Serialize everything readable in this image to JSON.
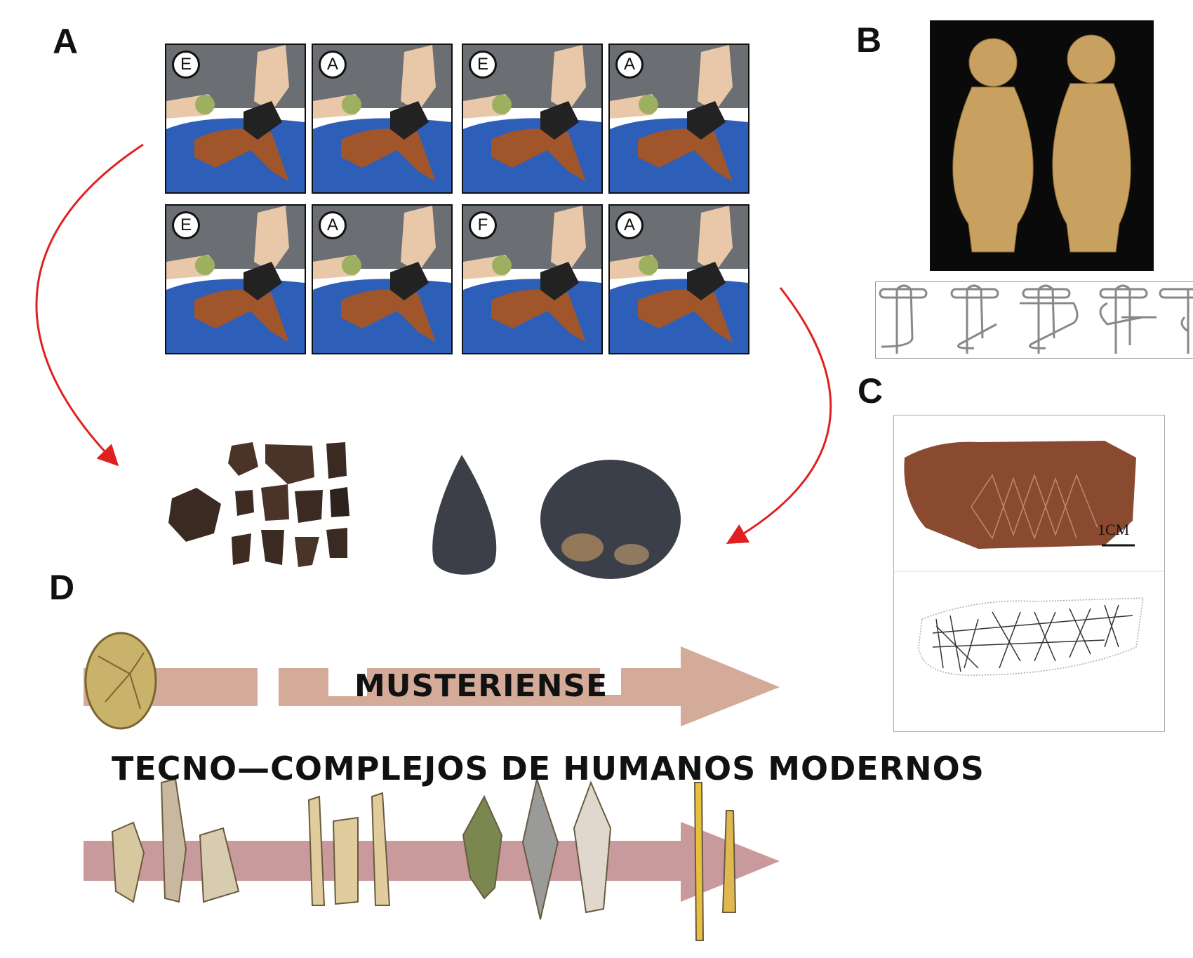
{
  "panels": {
    "a": {
      "label": "A",
      "steps_row1": [
        "E",
        "A",
        "E",
        "A"
      ],
      "steps_row2": [
        "E",
        "A",
        "F",
        "A"
      ]
    },
    "b": {
      "label": "B"
    },
    "c": {
      "label": "C",
      "scale_text": "1CM"
    },
    "d": {
      "label": "D",
      "arrow1_text": "MUSTERIENSE",
      "heading": "TECNO—COMPLEJOS DE HUMANOS MODERNOS"
    }
  },
  "colors": {
    "arrow_mousterian": "#d4ab98",
    "arrow_modern": "#c99a9c",
    "curve_arrows": "#e02020",
    "ochre": "#8a4a30"
  }
}
